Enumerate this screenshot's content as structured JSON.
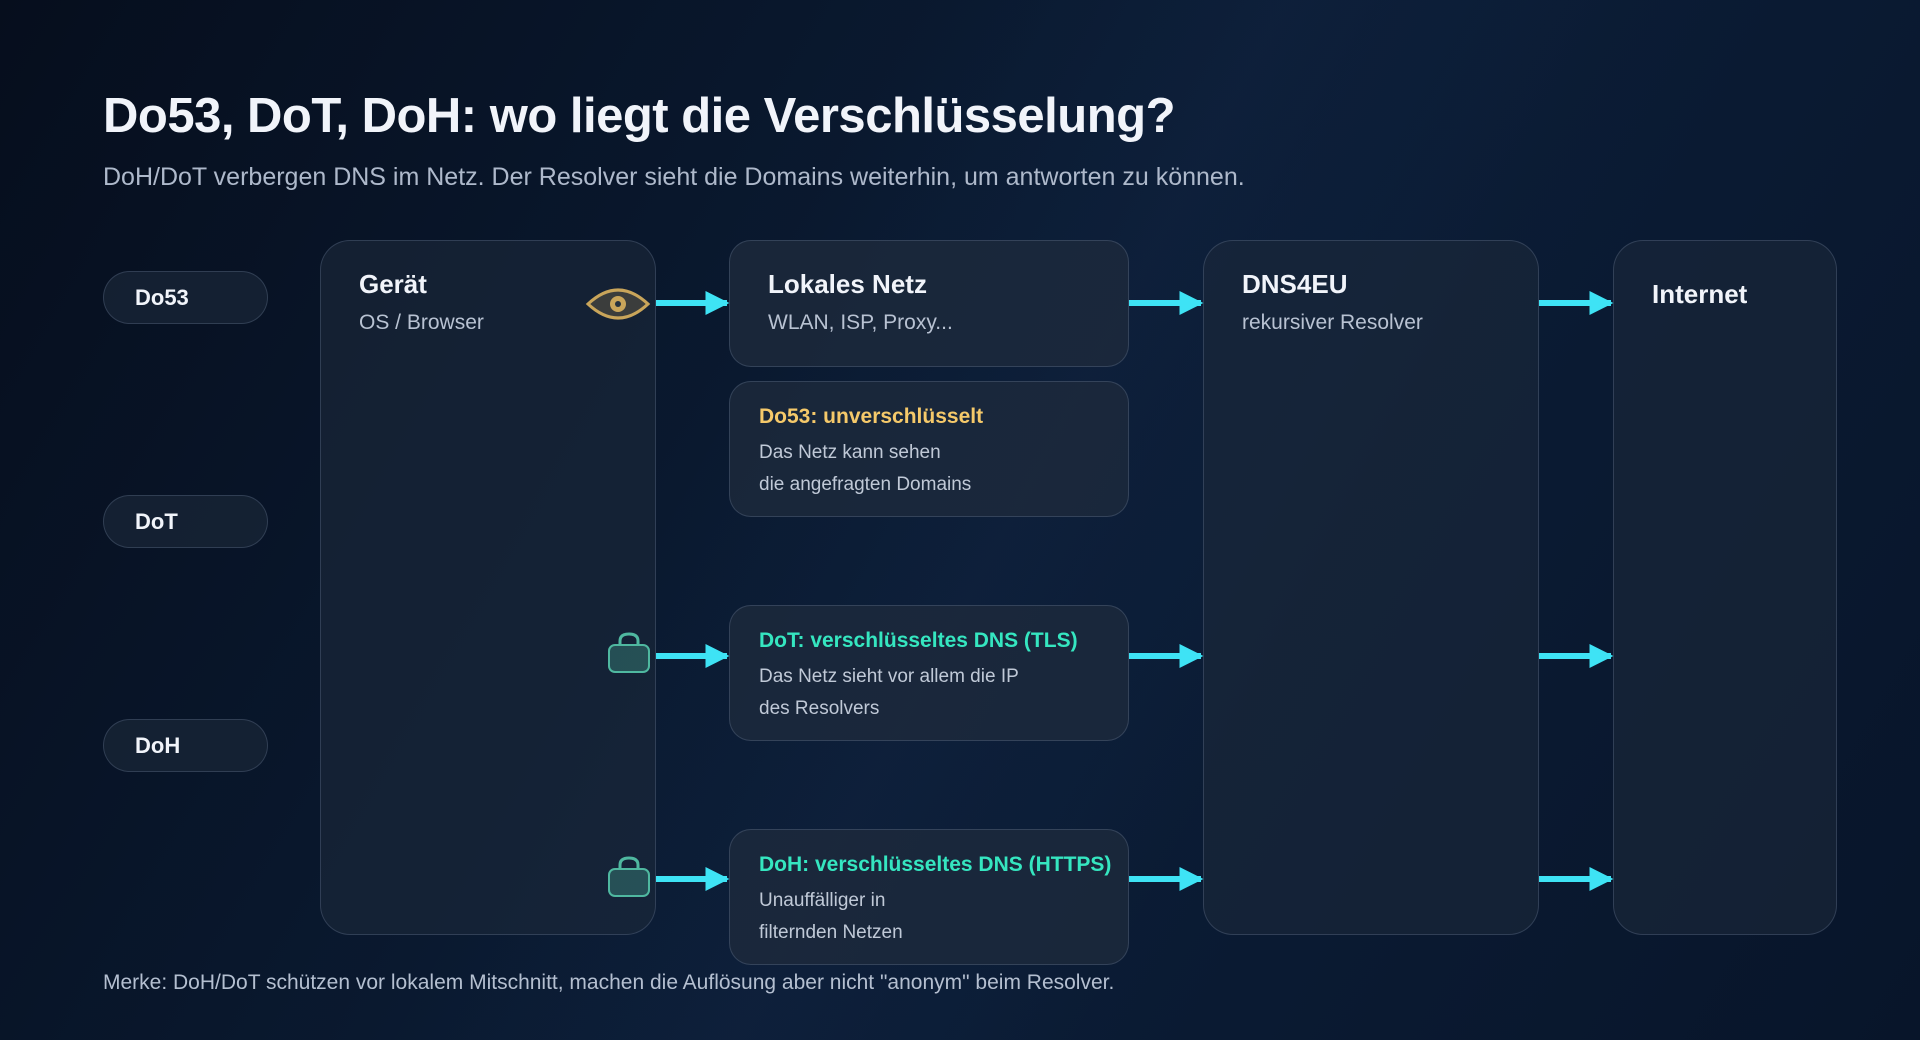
{
  "header": {
    "title": "Do53, DoT, DoH: wo liegt die Verschlüsselung?",
    "subtitle": "DoH/DoT verbergen DNS im Netz. Der Resolver sieht die Domains weiterhin, um antworten zu können."
  },
  "protocols": [
    "Do53",
    "DoT",
    "DoH"
  ],
  "columns": {
    "device": {
      "title": "Gerät",
      "subtitle": "OS / Browser"
    },
    "local_net": {
      "title": "Lokales Netz",
      "subtitle": "WLAN, ISP, Proxy..."
    },
    "resolver": {
      "title": "DNS4EU",
      "subtitle": "rekursiver Resolver"
    },
    "internet": {
      "title": "Internet"
    }
  },
  "notes": {
    "do53": {
      "title": "Do53: unverschlüsselt",
      "line1": "Das Netz kann sehen",
      "line2": "die angefragten Domains"
    },
    "dot": {
      "title": "DoT: verschlüsseltes DNS (TLS)",
      "line1": "Das Netz sieht vor allem die IP",
      "line2": "des Resolvers"
    },
    "doh": {
      "title": "DoH: verschlüsseltes DNS (HTTPS)",
      "line1": "Unauffälliger in",
      "line2": "filternden Netzen"
    }
  },
  "footnote": "Merke: DoH/DoT schützen vor lokalem Mitschnitt, machen die Auflösung aber nicht \"anonym\" beim Resolver.",
  "colors": {
    "arrow": "#3ee3f5",
    "unencrypted": "#f5c96a",
    "encrypted": "#35e6c0",
    "eye_icon": "#c9a55a",
    "lock_icon": "#4fb8a0"
  },
  "icons": {
    "do53": "eye-icon",
    "dot": "lock-icon",
    "doh": "lock-icon"
  }
}
